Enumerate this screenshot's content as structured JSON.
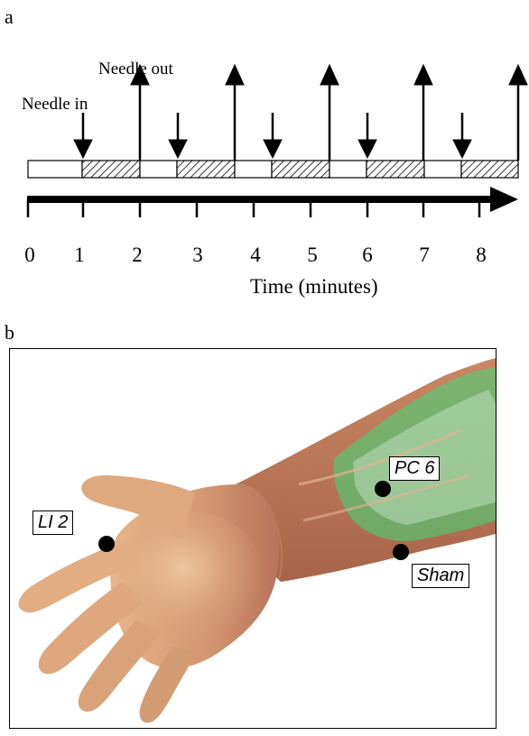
{
  "panel_a": {
    "label": "a",
    "needle_in_label": "Needle in",
    "needle_out_label": "Needle out",
    "tick_labels": [
      "0",
      "1",
      "2",
      "3",
      "4",
      "5",
      "6",
      "7",
      "8"
    ],
    "axis_title": "Time (minutes)",
    "colors": {
      "line": "#000000",
      "hatch": "#000000",
      "background": "#ffffff"
    }
  },
  "panel_b": {
    "label": "b",
    "points": {
      "li2": "LI 2",
      "pc6": "PC 6",
      "sham": "Sham"
    },
    "colors": {
      "skin": "#d9a47a",
      "overlay": "#3ddc7a",
      "dot": "#000000"
    }
  }
}
